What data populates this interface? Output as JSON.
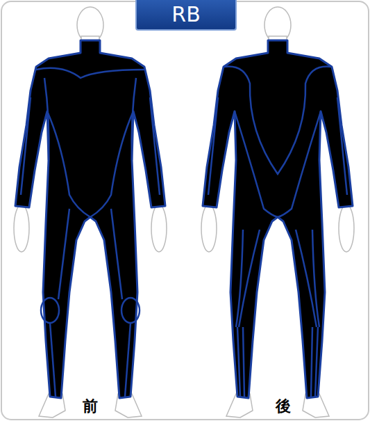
{
  "diagram": {
    "nodes": [
      {
        "text": [
          "RB"
        ]
      }
    ],
    "labels": [
      "前",
      "後"
    ]
  }
}
